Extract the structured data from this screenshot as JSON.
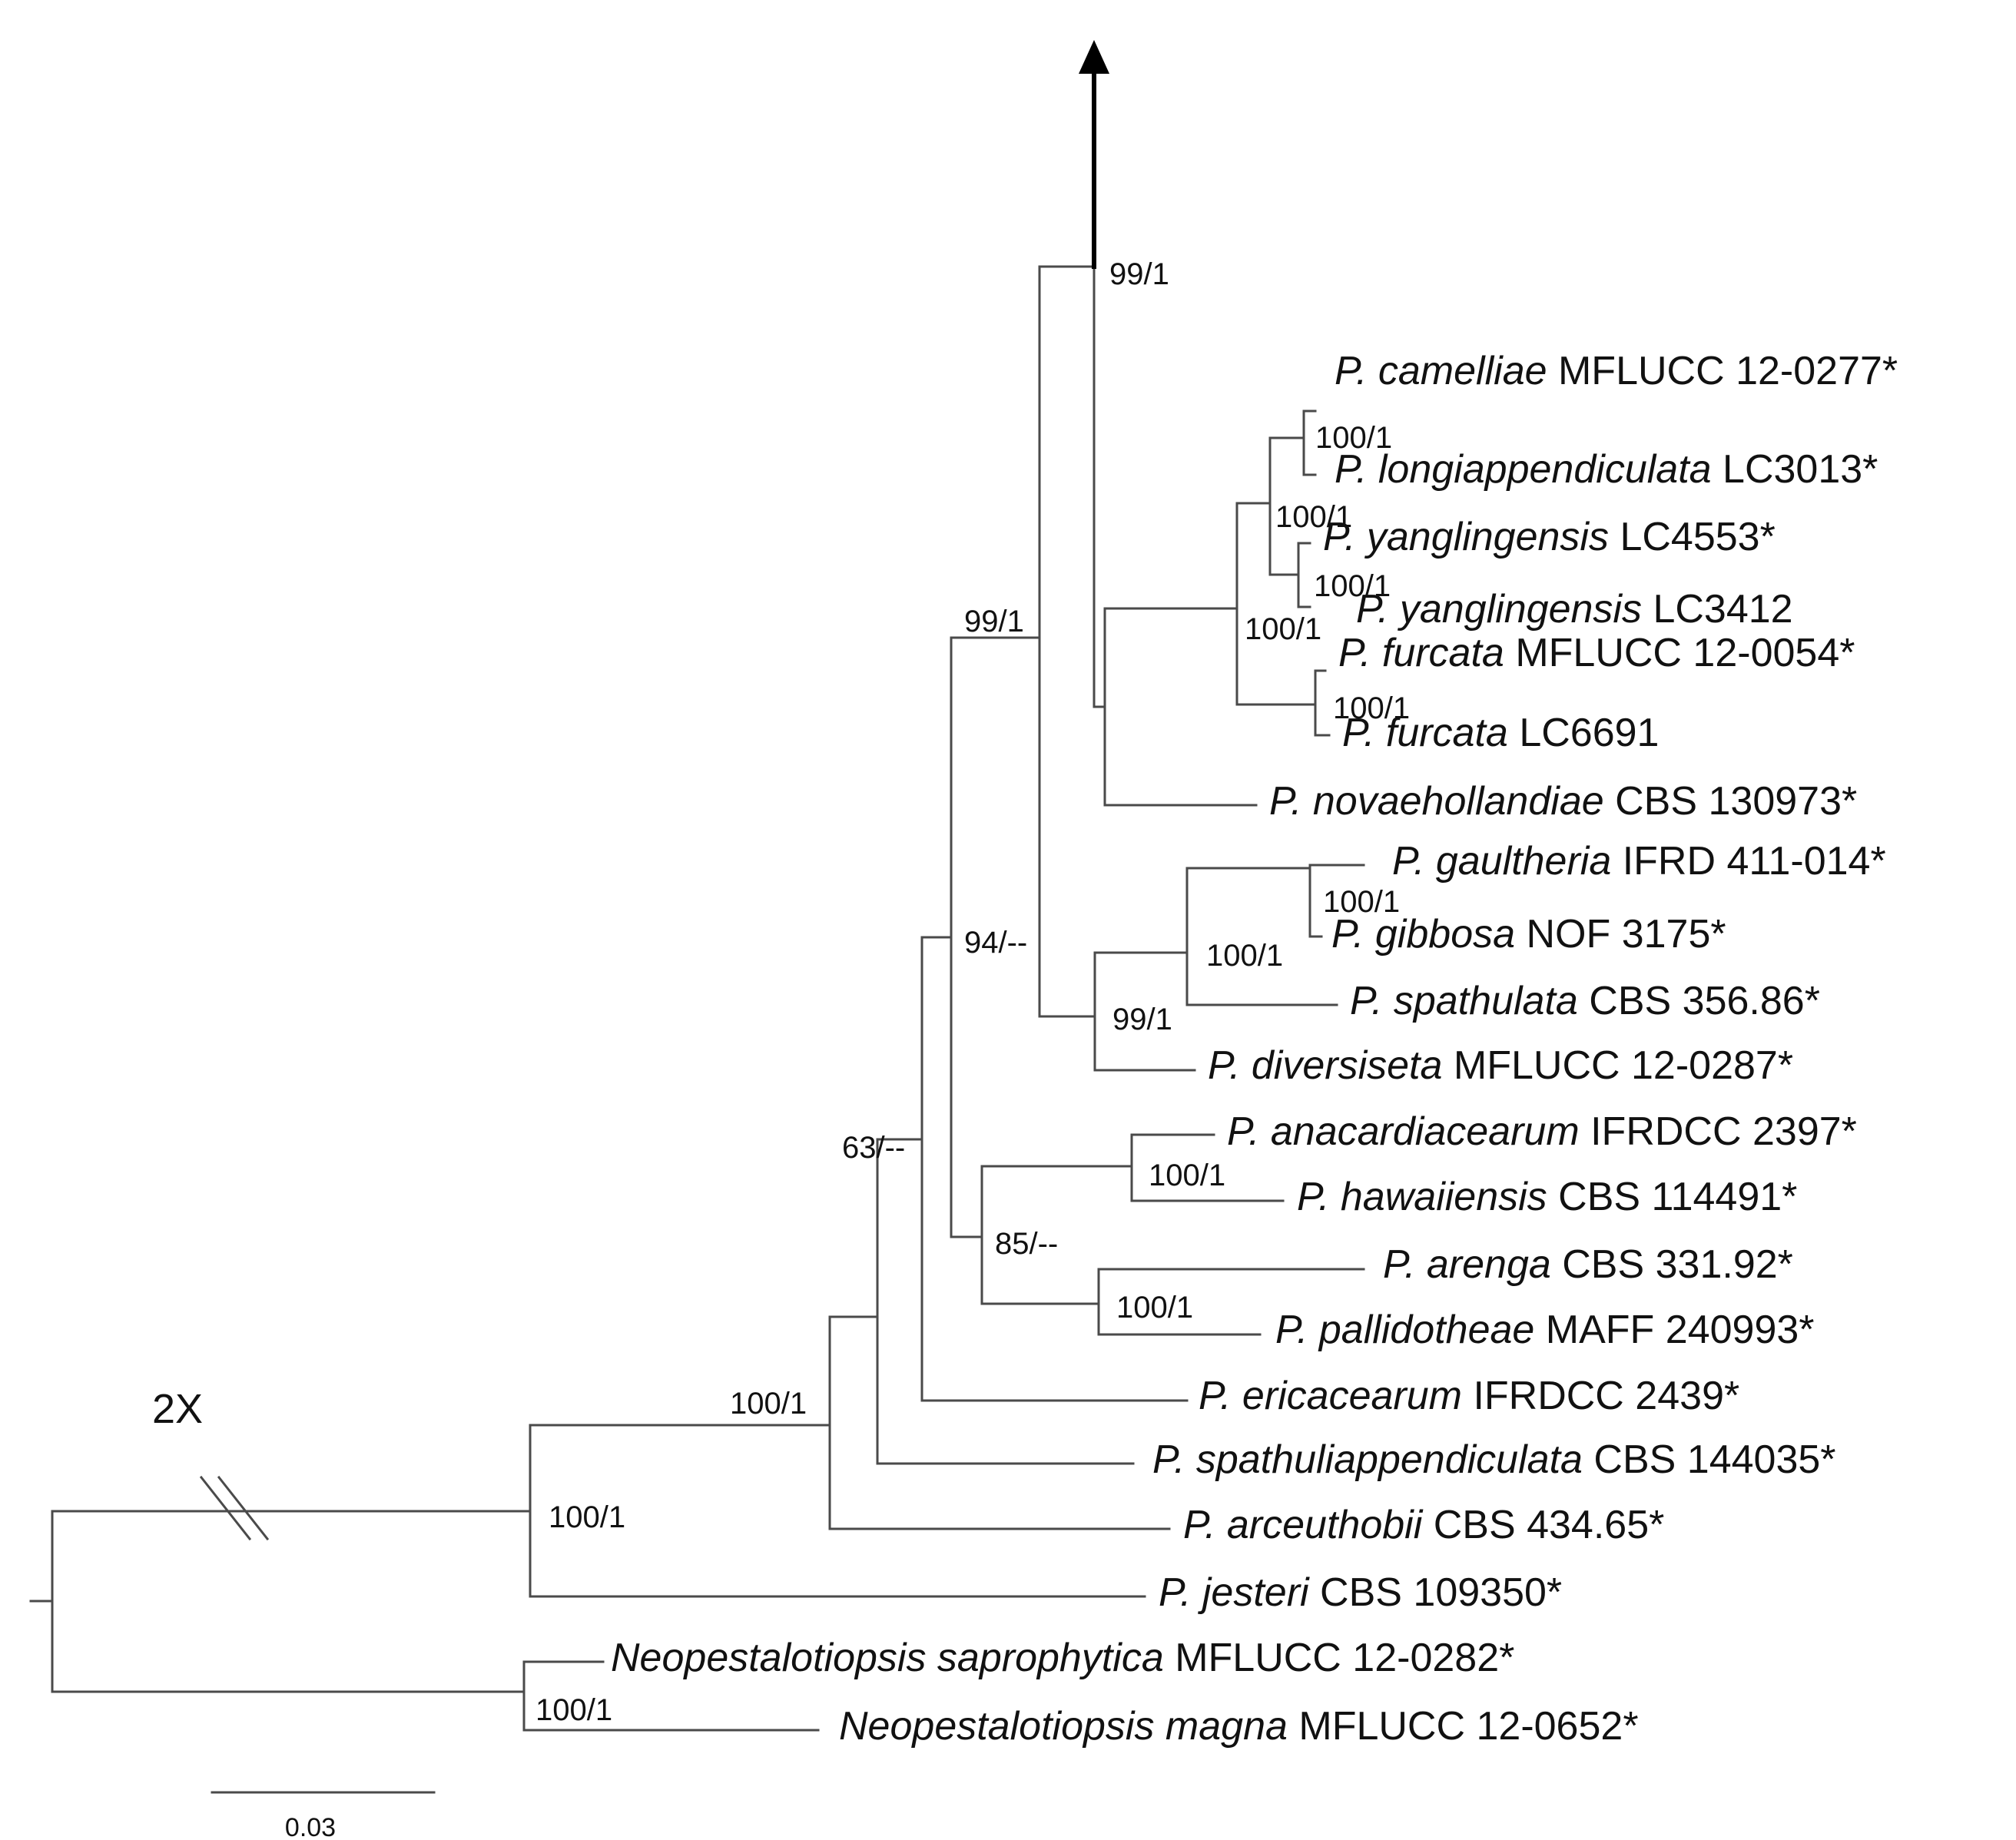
{
  "taxa": {
    "camelliae": {
      "species": "P. camelliae",
      "strain": "MFLUCC 12-0277*"
    },
    "longiappendiculata": {
      "species": "P. longiappendiculata",
      "strain": "LC3013*"
    },
    "yanglingensis1": {
      "species": "P. yanglingensis",
      "strain": "LC4553*"
    },
    "yanglingensis2": {
      "species": "P. yanglingensis",
      "strain": "LC3412"
    },
    "furcata1": {
      "species": "P. furcata",
      "strain": "MFLUCC 12-0054*"
    },
    "furcata2": {
      "species": "P. furcata",
      "strain": "LC6691"
    },
    "novaehollandiae": {
      "species": "P. novaehollandiae",
      "strain": "CBS 130973*"
    },
    "gaultheria": {
      "species": "P. gaultheria",
      "strain": "IFRD 411-014*"
    },
    "gibbosa": {
      "species": "P. gibbosa",
      "strain": "NOF 3175*"
    },
    "spathulata": {
      "species": "P. spathulata",
      "strain": "CBS 356.86*"
    },
    "diversiseta": {
      "species": "P. diversiseta",
      "strain": "MFLUCC 12-0287*"
    },
    "anacardiacearum": {
      "species": "P. anacardiacearum",
      "strain": "IFRDCC 2397*"
    },
    "hawaiiensis": {
      "species": "P. hawaiiensis",
      "strain": "CBS 114491*"
    },
    "arenga": {
      "species": "P. arenga",
      "strain": "CBS 331.92*"
    },
    "pallidotheae": {
      "species": "P. pallidotheae",
      "strain": "MAFF 240993*"
    },
    "ericacearum": {
      "species": "P. ericacearum",
      "strain": "IFRDCC 2439*"
    },
    "spathuliappendiculata": {
      "species": "P. spathuliappendiculata",
      "strain": "CBS 144035*"
    },
    "arceuthobii": {
      "species": "P. arceuthobii",
      "strain": "CBS 434.65*"
    },
    "jesteri": {
      "species": "P. jesteri",
      "strain": "CBS 109350*"
    },
    "saprophytica": {
      "species": "Neopestalotiopsis saprophytica",
      "strain": "MFLUCC 12-0282*"
    },
    "magna": {
      "species": "Neopestalotiopsis magna",
      "strain": "MFLUCC 12-0652*"
    }
  },
  "support": {
    "collapsed_clade": "99/1",
    "crown": "99/1",
    "camelliae_longi": "100/1",
    "cam_yang": "100/1",
    "yanglingensis_pair": "100/1",
    "camelliae_furcata": "100/1",
    "furcata_pair": "100/1",
    "gaultheria_gibbosa": "100/1",
    "gaul_spath": "100/1",
    "gaul_div": "99/1",
    "main_group": "94/--",
    "anac_hawaii": "100/1",
    "arenga_palli": "100/1",
    "anac_palli": "85/--",
    "outer": "63/--",
    "pestalotiopsis": "100/1",
    "root_inner": "100/1",
    "neopest": "100/1"
  },
  "break_mark": "2X",
  "scale_bar": {
    "label": "0.03"
  }
}
